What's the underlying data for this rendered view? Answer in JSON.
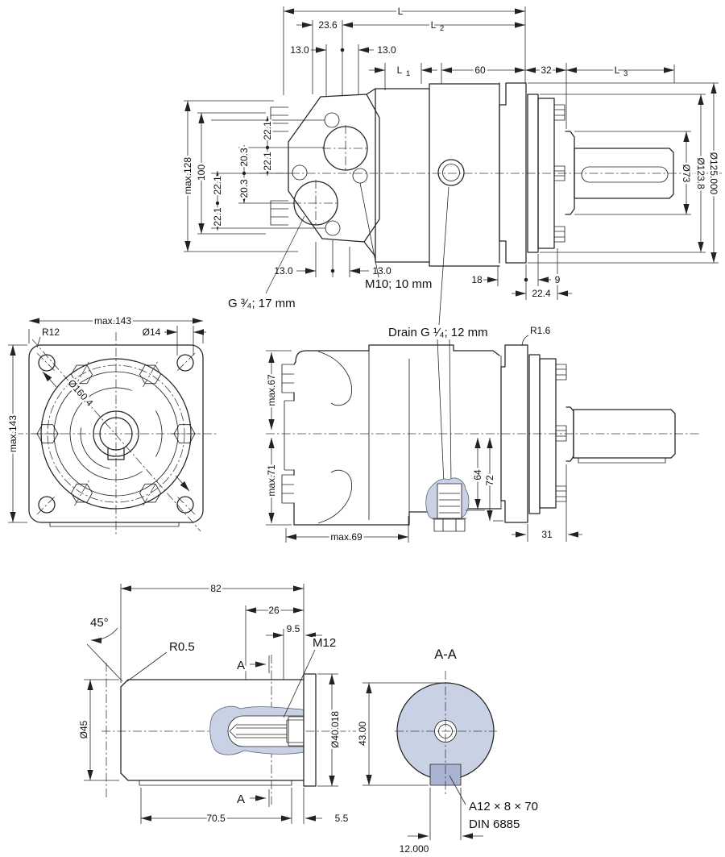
{
  "colors": {
    "line": "#232323",
    "highlight": "#c9d1e4",
    "highlight_dark": "#a9b4d2",
    "background": "#ffffff"
  },
  "top_view": {
    "dim_L": "L",
    "dim_L2_main": "L",
    "dim_L2_sub": "2",
    "dim_23_6": "23.6",
    "dim_13_top_left": "13.0",
    "dim_13_top_right": "13.0",
    "dim_L1_main": "L",
    "dim_L1_sub": "1",
    "dim_60": "60",
    "dim_32": "32",
    "dim_L3_main": "L",
    "dim_L3_sub": "3",
    "dim_max128": "max.128",
    "dim_100": "100",
    "chain": [
      "22.1",
      "20.3",
      "22.1",
      "22.1",
      "20.3",
      "22.1"
    ],
    "dim_dia73": "Ø73",
    "dim_dia123_8": "Ø123.8",
    "dim_dia125": "Ø125.000",
    "dim_13_bottom_left": "13.0",
    "dim_13_bottom_right": "13.0",
    "label_m10": "M10; 10 mm",
    "label_g34": "G ³⁄₄; 17 mm",
    "dim_18": "18",
    "dim_9": "9",
    "dim_22_4": "22.4"
  },
  "front_view": {
    "dim_max143_top": "max.143",
    "dim_max143_left": "max.143",
    "label_r12": "R12",
    "dim_dia14": "Ø14",
    "dim_dia160_4": "Ø160.4"
  },
  "side_view": {
    "label_drain": "Drain G ¹⁄₄; 12 mm",
    "label_r1_6": "R1.6",
    "dim_max67": "max.67",
    "dim_max71": "max.71",
    "dim_max69": "max.69",
    "dim_64": "64",
    "dim_72": "72",
    "dim_31": "31"
  },
  "shaft_view": {
    "dim_82": "82",
    "dim_26": "26",
    "dim_9_5": "9.5",
    "label_m12": "M12",
    "dim_45deg": "45°",
    "label_r0_5": "R0.5",
    "section_label_top": "A",
    "section_label_bottom": "A",
    "dim_dia45": "Ø45",
    "dim_dia40": "Ø40.018",
    "dim_70_5": "70.5",
    "dim_5_5": "5.5"
  },
  "section_view": {
    "title": "A-A",
    "dim_43": "43.00",
    "key_spec_line1": "A12 × 8 × 70",
    "key_spec_line2": "DIN 6885",
    "dim_12": "12.000"
  }
}
